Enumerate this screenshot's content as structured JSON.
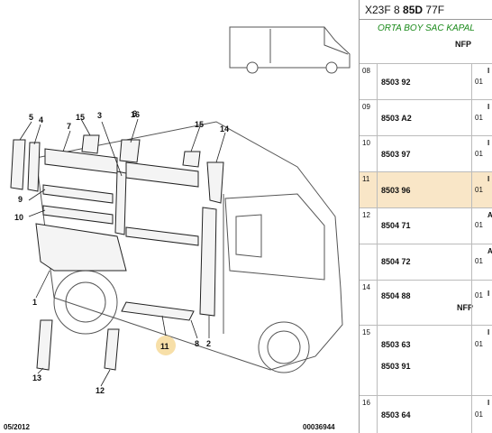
{
  "header": {
    "code_prefix": "X23F 8",
    "code_bold": "85D",
    "code_suffix": "77F"
  },
  "subheader": "ORTA BOY SAC KAPAL",
  "nfp_top": "NFP",
  "footer": {
    "date": "05/2012",
    "doc_no": "00036944"
  },
  "callouts": [
    "1",
    "2",
    "3",
    "4",
    "5",
    "6",
    "7",
    "8",
    "9",
    "10",
    "11",
    "12",
    "13",
    "14",
    "15",
    "15",
    "16"
  ],
  "rows": [
    {
      "index": "08",
      "refs": [
        "8503 92"
      ],
      "qty": "01",
      "marker": "I",
      "nfp": "",
      "selected": false
    },
    {
      "index": "09",
      "refs": [
        "8503 A2"
      ],
      "qty": "01",
      "marker": "I",
      "nfp": "",
      "selected": false
    },
    {
      "index": "10",
      "refs": [
        "8503 97"
      ],
      "qty": "01",
      "marker": "I",
      "nfp": "",
      "selected": false
    },
    {
      "index": "11",
      "refs": [
        "8503 96"
      ],
      "qty": "01",
      "marker": "I",
      "nfp": "",
      "selected": true
    },
    {
      "index": "12",
      "refs": [
        "8504 71"
      ],
      "qty": "01",
      "marker": "A",
      "nfp": "",
      "selected": false
    },
    {
      "index": "",
      "refs": [
        "8504 72"
      ],
      "qty": "01",
      "marker": "A",
      "nfp": "",
      "selected": false
    },
    {
      "index": "14",
      "refs": [
        "8504 88"
      ],
      "qty": "01",
      "marker": "I",
      "nfp": "NFP",
      "selected": false
    },
    {
      "index": "15",
      "refs": [
        "8503 63",
        "8503 91"
      ],
      "qty": "01",
      "marker": "I",
      "nfp": "",
      "selected": false
    },
    {
      "index": "16",
      "refs": [
        "8503 64"
      ],
      "qty": "01",
      "marker": "I",
      "nfp": "",
      "selected": false
    }
  ]
}
